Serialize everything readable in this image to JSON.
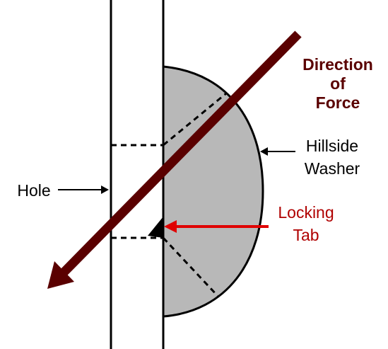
{
  "labels": {
    "direction_line1": "Direction",
    "direction_line2": "of",
    "direction_line3": "Force",
    "washer_line1": "Hillside",
    "washer_line2": "Washer",
    "hole": "Hole",
    "tab_line1": "Locking",
    "tab_line2": "Tab"
  },
  "colors": {
    "force_arrow": "#5a0000",
    "red_label": "#b00000",
    "red_pointer": "#e00000",
    "washer_fill": "#b8b8b8",
    "line": "#000000"
  }
}
